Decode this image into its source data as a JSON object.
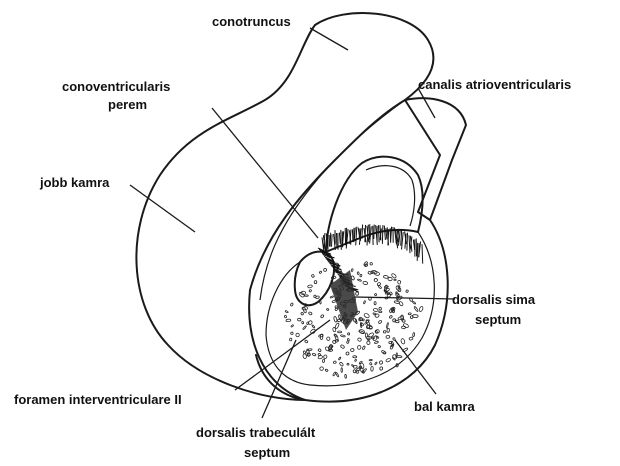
{
  "labels": {
    "conotruncus": "conotruncus",
    "conoventricularis_perem_1": "conoventricularis",
    "conoventricularis_perem_2": "perem",
    "canalis_atrioventricularis": "canalis atrioventricularis",
    "jobb_kamra": "jobb kamra",
    "dorsalis_sima_septum_1": "dorsalis sima",
    "dorsalis_sima_septum_2": "septum",
    "foramen_interventriculare": "foramen interventriculare II",
    "bal_kamra": "bal kamra",
    "dorsalis_trabecult_septum_1": "dorsalis trabeculált",
    "dorsalis_trabecult_septum_2": "septum"
  }
}
